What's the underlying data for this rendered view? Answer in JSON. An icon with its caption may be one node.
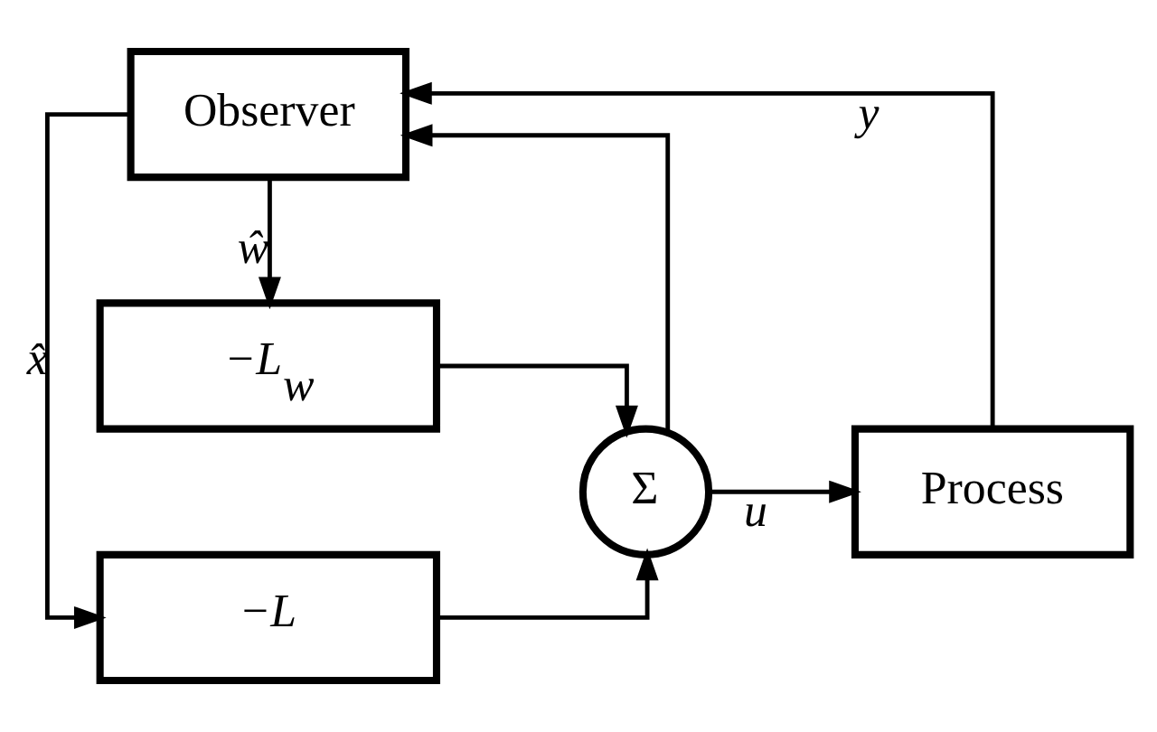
{
  "diagram": {
    "nodes": [
      {
        "text": [
          "−L"
        ]
      },
      {
        "text": [
          "−L$_{w}$"
        ]
      },
      {
        "text": [
          "Σ"
        ]
      },
      {
        "text": [
          "Process"
        ]
      },
      {
        "text": [
          "Observer"
        ]
      }
    ],
    "edges": [
      {
        "from": 4,
        "to": 0,
        "arrow": "to",
        "label": "x̂"
      },
      {
        "from": 4,
        "to": 1,
        "arrow": "to",
        "label": "ŵ"
      },
      {
        "from": 0,
        "to": 2,
        "arrow": "to"
      },
      {
        "from": 1,
        "to": 2,
        "arrow": "to"
      },
      {
        "from": 2,
        "to": 3,
        "arrow": "to",
        "label": "u"
      },
      {
        "from": 2,
        "to": 4,
        "arrow": "to"
      },
      {
        "from": 3,
        "to": 4,
        "arrow": "to",
        "label": "y"
      }
    ]
  }
}
